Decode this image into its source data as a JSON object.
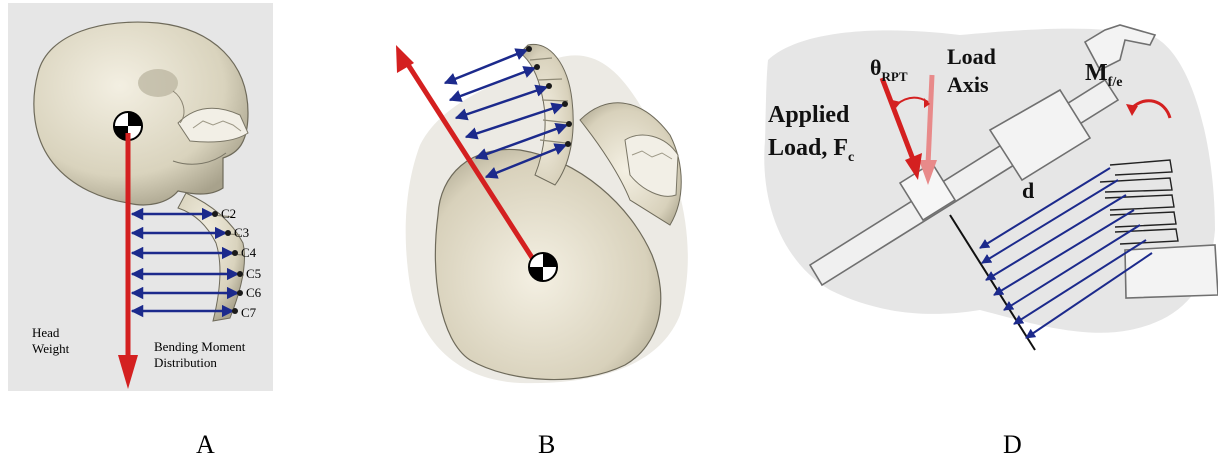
{
  "panels": {
    "a": {
      "caption": "A",
      "vertebrae": [
        "C2",
        "C3",
        "C4",
        "C5",
        "C6",
        "C7"
      ],
      "head_weight_label": [
        "Head",
        "Weight"
      ],
      "moment_label": [
        "Bending Moment",
        "Distribution"
      ]
    },
    "b": {
      "caption": "B"
    },
    "d": {
      "caption": "D",
      "theta_label": "θ",
      "theta_sub": "RPT",
      "load_axis_label": [
        "Load",
        "Axis"
      ],
      "applied_load_label": [
        "Applied",
        "Load, F"
      ],
      "applied_load_sub": "c",
      "moment_label": "M",
      "moment_sub": "f/e",
      "distance_label": "d"
    }
  },
  "colors": {
    "force_arrow": "#d42020",
    "moment_arrow": "#1c2a8c",
    "load_axis": "#e88a8a",
    "background_panel": "#e6e6e6",
    "bone": "#e4dfcb"
  }
}
